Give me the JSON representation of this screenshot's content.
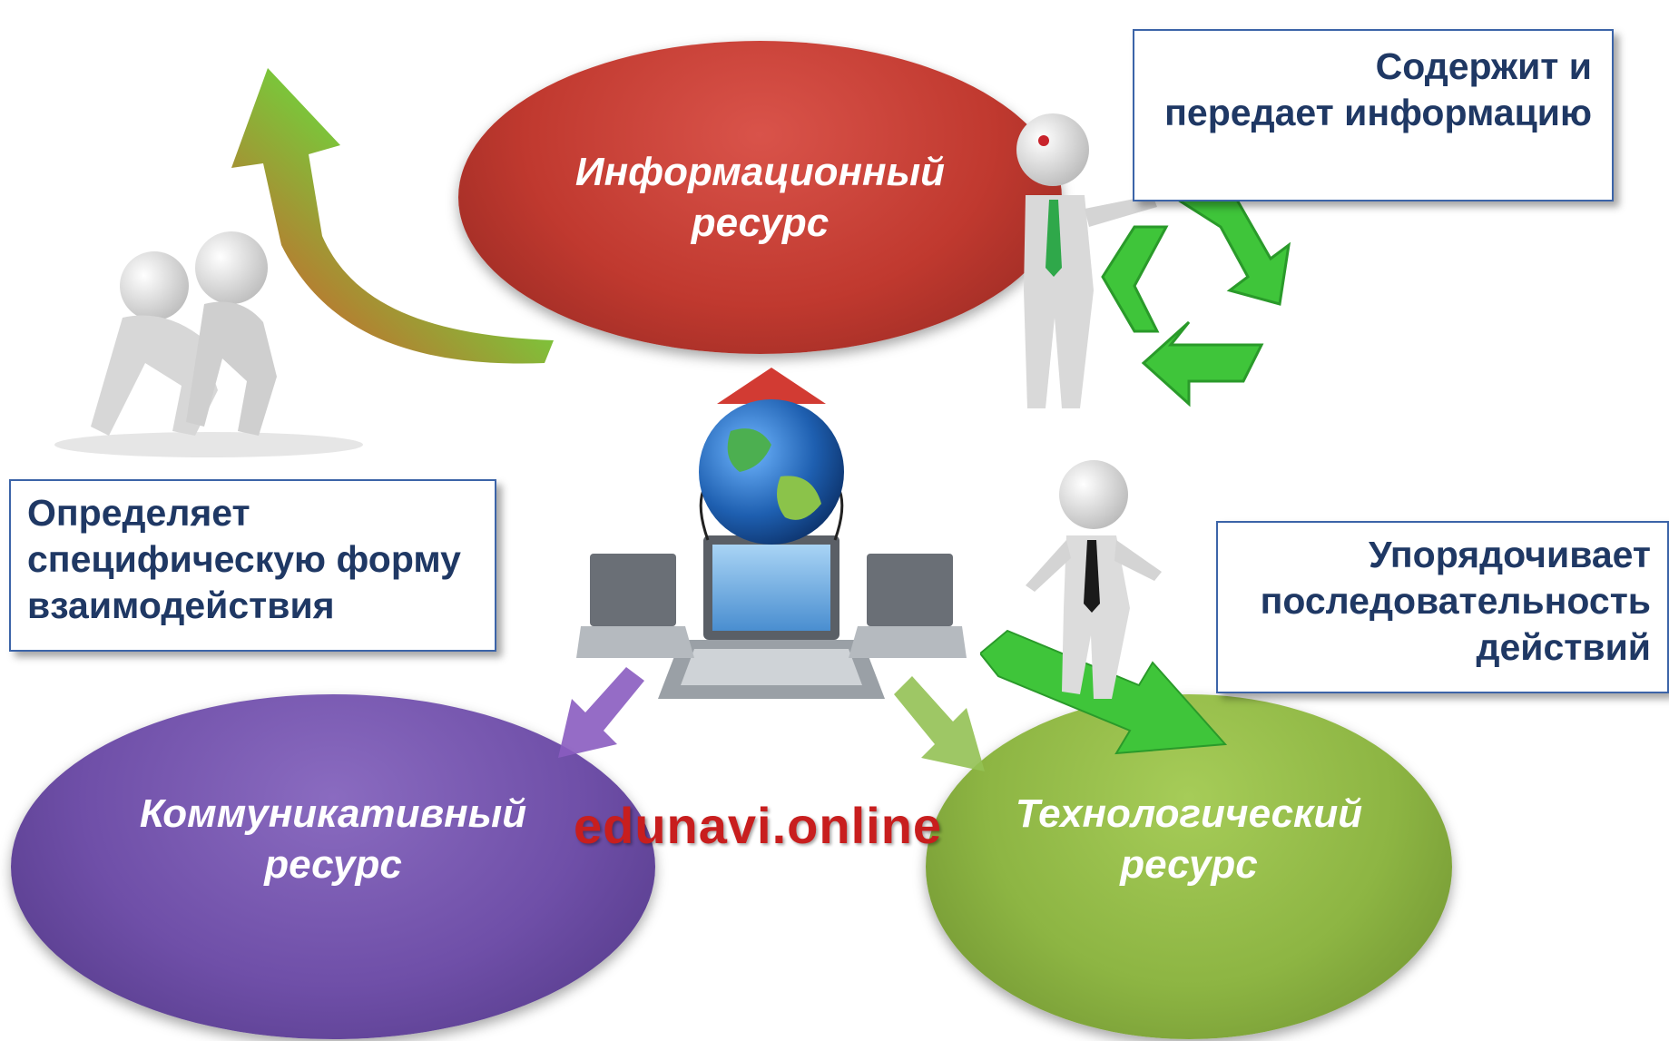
{
  "ellipses": {
    "info": {
      "line1": "Информационный",
      "line2": "ресурс",
      "color": "#c0392f"
    },
    "comm": {
      "line1": "Коммуникативный",
      "line2": "ресурс",
      "color": "#6f4fa8"
    },
    "tech": {
      "line1": "Технологический",
      "line2": "ресурс",
      "color": "#8db543"
    }
  },
  "boxes": {
    "contains": {
      "lines": [
        "Содержит и",
        "передает информацию"
      ]
    },
    "defines": {
      "lines": [
        "Определяет",
        "специфическую форму",
        "взаимодействия"
      ]
    },
    "orders": {
      "lines": [
        "Упорядочивает",
        "последовательность",
        "действий"
      ]
    }
  },
  "watermark": "edunavi.online",
  "images": {
    "left": "people-pushing-green-arrow-illustration",
    "center": "globe-on-laptop-network-illustration",
    "top_right": "figure-with-recycle-symbol-illustration",
    "bottom_right": "figure-on-green-arrow-illustration"
  },
  "colors": {
    "box_border": "#3c64a8",
    "box_text": "#1f3864",
    "watermark": "#c81e1e"
  }
}
